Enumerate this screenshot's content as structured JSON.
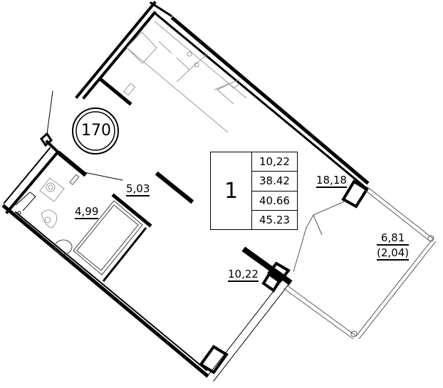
{
  "plan": {
    "apartment_marker": "170",
    "summary_table": {
      "rooms": "1",
      "values": [
        "10,22",
        "38.42",
        "40.66",
        "45.23"
      ]
    },
    "room_areas": {
      "hallway": "5,03",
      "bathroom": "4,99",
      "living_room": "18,18",
      "kitchen": "10,22",
      "balcony": "6,81",
      "balcony_reduced": "(2,04)"
    },
    "colors": {
      "wall": "#000000",
      "fixture": "#999999",
      "background": "#ffffff"
    }
  }
}
